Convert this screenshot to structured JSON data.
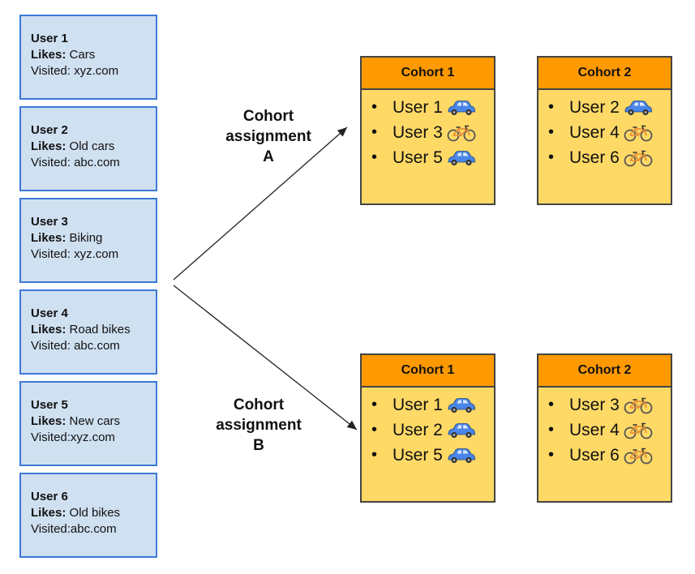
{
  "users": [
    {
      "name": "User 1",
      "likes_key": "Likes:",
      "likes": " Cars",
      "visited": "Visited: xyz.com"
    },
    {
      "name": "User 2",
      "likes_key": "Likes:",
      "likes": " Old cars",
      "visited": "Visited: abc.com"
    },
    {
      "name": "User 3",
      "likes_key": "Likes:",
      "likes": " Biking",
      "visited": "Visited: xyz.com"
    },
    {
      "name": "User 4",
      "likes_key": "Likes:",
      "likes": " Road bikes",
      "visited": "Visited: abc.com"
    },
    {
      "name": "User 5",
      "likes_key": "Likes:",
      "likes": " New cars",
      "visited": "Visited:xyz.com"
    },
    {
      "name": "User 6",
      "likes_key": "Likes:",
      "likes": " Old bikes",
      "visited": "Visited:abc.com"
    }
  ],
  "assignment_a": {
    "label": [
      "Cohort",
      "assignment",
      "A"
    ],
    "cohorts": [
      {
        "title": "Cohort 1",
        "members": [
          {
            "name": "User 1",
            "icon": "car-icon"
          },
          {
            "name": "User 3",
            "icon": "bike-icon"
          },
          {
            "name": "User 5",
            "icon": "car-icon"
          }
        ]
      },
      {
        "title": "Cohort 2",
        "members": [
          {
            "name": "User 2",
            "icon": "car-icon"
          },
          {
            "name": "User 4",
            "icon": "bike-icon"
          },
          {
            "name": "User 6",
            "icon": "bike-icon"
          }
        ]
      }
    ]
  },
  "assignment_b": {
    "label": [
      "Cohort",
      "assignment",
      "B"
    ],
    "cohorts": [
      {
        "title": "Cohort 1",
        "members": [
          {
            "name": "User 1",
            "icon": "car-icon"
          },
          {
            "name": "User 2",
            "icon": "car-icon"
          },
          {
            "name": "User 5",
            "icon": "car-icon"
          }
        ]
      },
      {
        "title": "Cohort 2",
        "members": [
          {
            "name": "User 3",
            "icon": "bike-icon"
          },
          {
            "name": "User 4",
            "icon": "bike-icon"
          },
          {
            "name": "User 6",
            "icon": "bike-icon"
          }
        ]
      }
    ]
  },
  "colors": {
    "user_fill": "#cfe0f1",
    "user_border": "#3c78d8",
    "cohort_fill": "#ffd966",
    "cohort_header": "#ff9900",
    "car": "#4a86e8",
    "bike_frame": "#555555",
    "bike_accent": "#e69138"
  }
}
